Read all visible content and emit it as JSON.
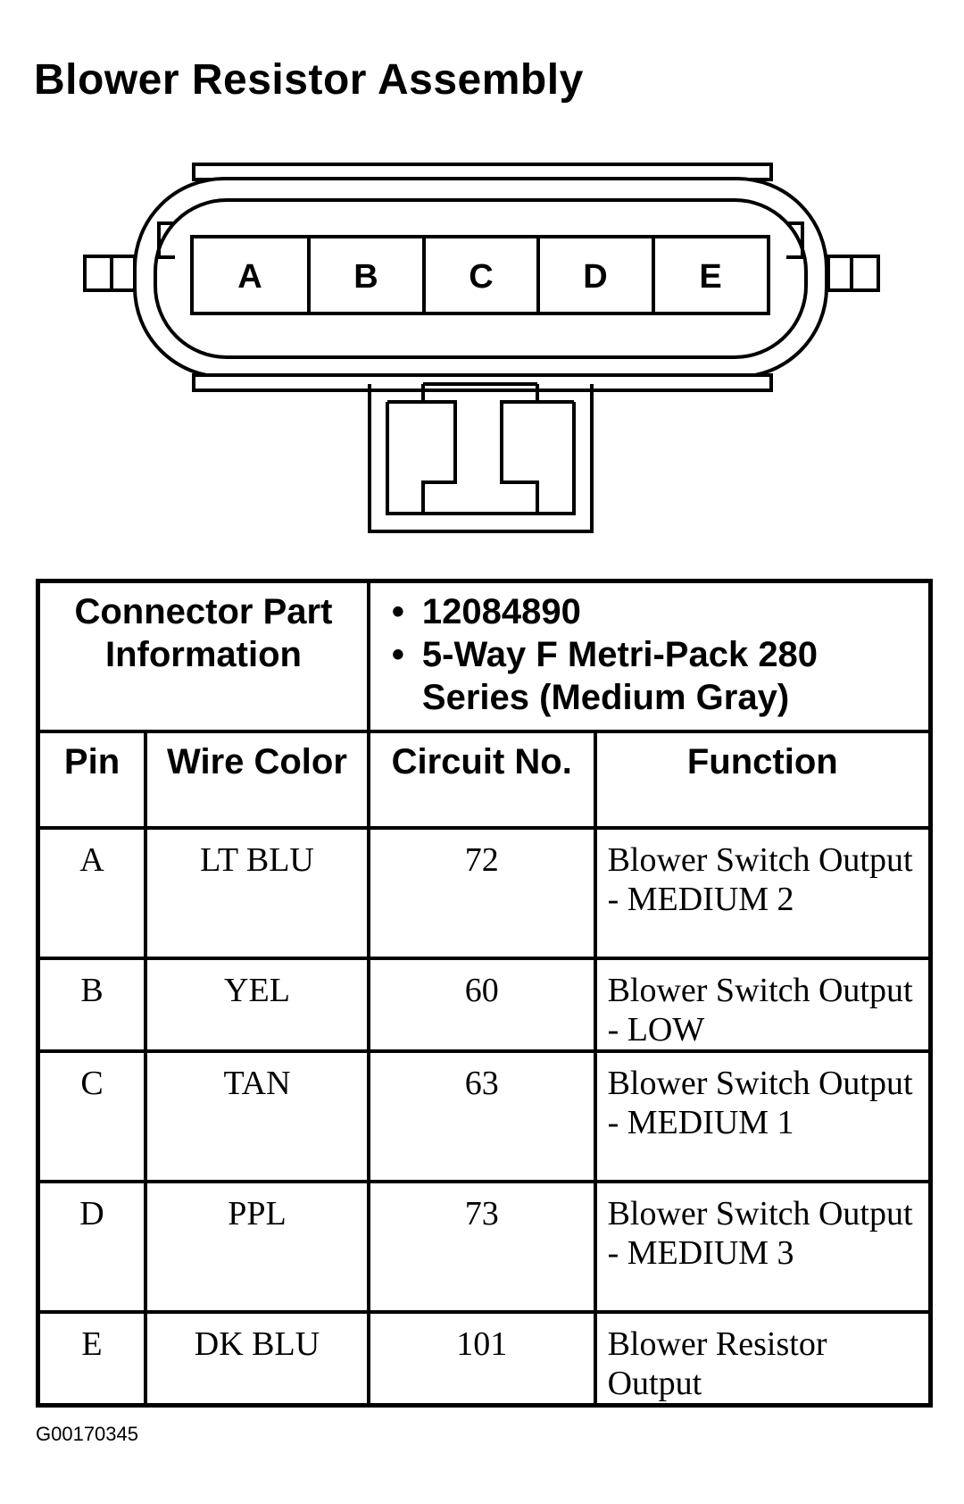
{
  "title": "Blower Resistor Assembly",
  "connector": {
    "cavities": [
      "A",
      "B",
      "C",
      "D",
      "E"
    ]
  },
  "part_info": {
    "label": "Connector Part Information",
    "items": [
      "12084890",
      "5-Way F Metri-Pack 280 Series (Medium Gray)"
    ]
  },
  "columns": [
    "Pin",
    "Wire Color",
    "Circuit No.",
    "Function"
  ],
  "rows": [
    {
      "pin": "A",
      "wire_color": "LT BLU",
      "circuit": "72",
      "function": "Blower Switch Output - MEDIUM 2"
    },
    {
      "pin": "B",
      "wire_color": "YEL",
      "circuit": "60",
      "function": "Blower Switch Output - LOW"
    },
    {
      "pin": "C",
      "wire_color": "TAN",
      "circuit": "63",
      "function": "Blower Switch Output - MEDIUM 1"
    },
    {
      "pin": "D",
      "wire_color": "PPL",
      "circuit": "73",
      "function": "Blower Switch Output - MEDIUM 3"
    },
    {
      "pin": "E",
      "wire_color": "DK BLU",
      "circuit": "101",
      "function": "Blower Resistor Output"
    }
  ],
  "figure_id": "G00170345"
}
